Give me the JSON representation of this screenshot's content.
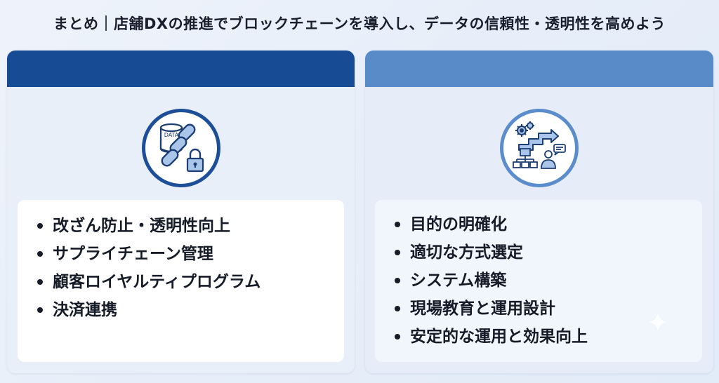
{
  "title": "まとめ｜店舗DXの推進でブロックチェーンを導入し、データの信頼性・透明性を高めよう",
  "left_panel": {
    "icon_label": "DATA",
    "items": [
      "改ざん防止・透明性向上",
      "サプライチェーン管理",
      "顧客ロイヤルティプログラム",
      "決済連携"
    ]
  },
  "right_panel": {
    "items": [
      "目的の明確化",
      "適切な方式選定",
      "システム構築",
      "現場教育と運用設計",
      "安定的な運用と効果向上"
    ]
  },
  "colors": {
    "left_header": "#174c94",
    "right_header": "#5a8bc9",
    "text": "#161b28"
  }
}
